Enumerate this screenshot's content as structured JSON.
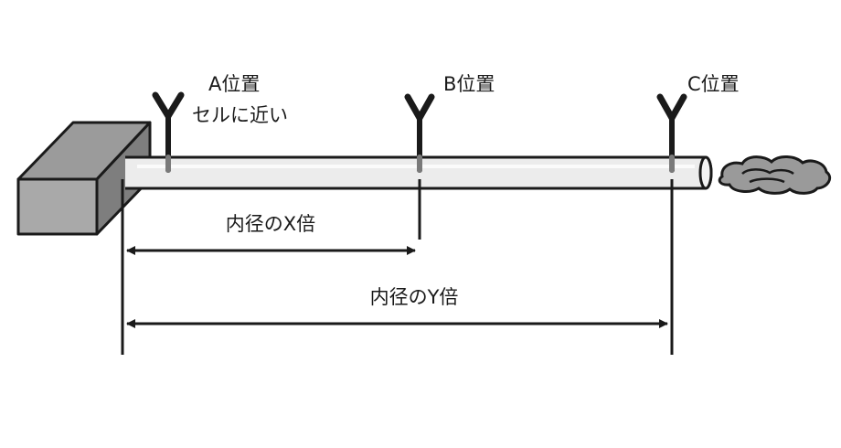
{
  "positions": {
    "a": {
      "title": "A位置",
      "note": "セルに近い"
    },
    "b": {
      "title": "B位置"
    },
    "c": {
      "title": "C位置"
    }
  },
  "dimensions": {
    "x": "内径のX倍",
    "y": "内径のY倍"
  },
  "colors": {
    "stroke": "#1a1a1a",
    "cell_front": "#a9a9a9",
    "cell_top": "#9b9b9b",
    "cell_side": "#7e7e7e",
    "tube_fill": "#ececec",
    "smoke": "#9a9a9a"
  }
}
